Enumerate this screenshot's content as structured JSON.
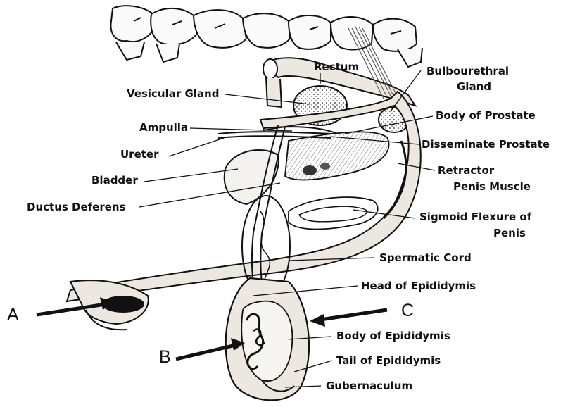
{
  "labels": {
    "rectum": "Rectum",
    "bulbourethral": [
      "Bulbourethral",
      "Gland"
    ],
    "vesicular_gland": "Vesicular Gland",
    "ampulla": "Ampulla",
    "body_of_prostate": "Body of Prostate",
    "ureter": "Ureter",
    "disseminate_prostate": "Disseminate Prostate",
    "bladder": "Bladder",
    "retractor": [
      "Retractor",
      "Penis Muscle"
    ],
    "ductus_deferens": "Ductus Deferens",
    "sigmoid": [
      "Sigmoid Flexure of",
      "Penis"
    ],
    "spermatic_cord": "Spermatic Cord",
    "head_epididymis": "Head of Epididymis",
    "body_epididymis": "Body of Epididymis",
    "tail_epididymis": "Tail of Epididymis",
    "gubernaculum": "Gubernaculum"
  },
  "markers": {
    "a": "A",
    "b": "B",
    "c": "C"
  },
  "colors": {
    "ink": "#111111",
    "tissue": "#ece8e0",
    "gland": "#d8d3c8"
  }
}
